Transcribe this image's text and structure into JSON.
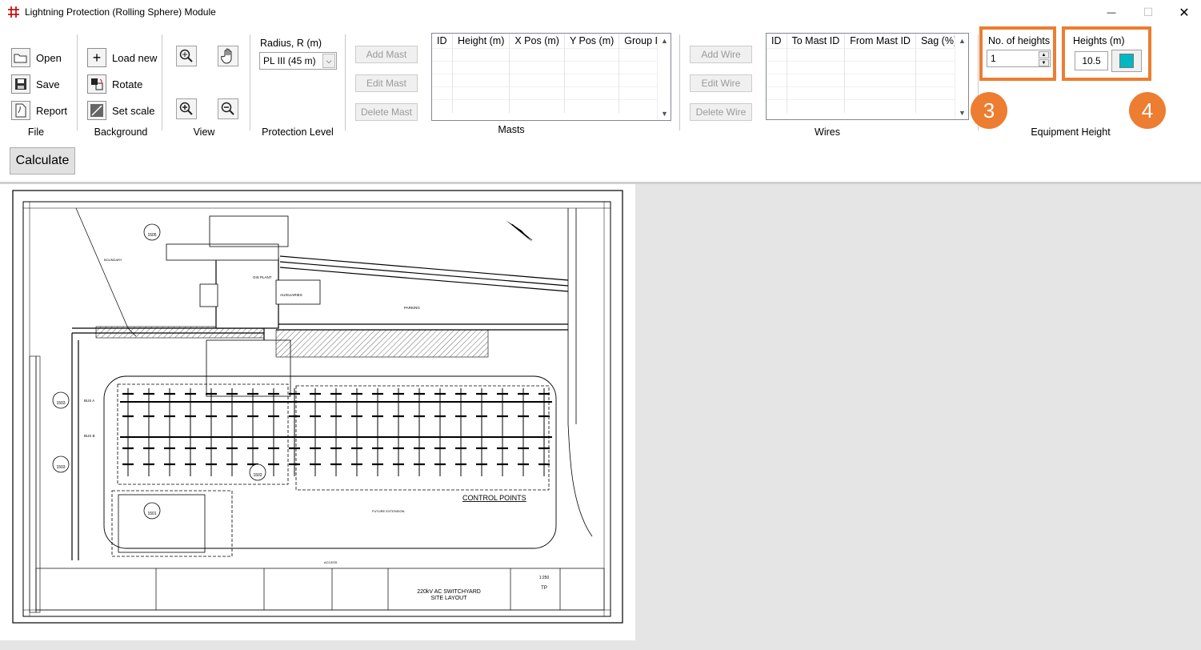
{
  "window": {
    "title": "Lightning Protection (Rolling Sphere) Module",
    "minimize_glyph": "—",
    "maximize_glyph": "☐",
    "close_glyph": "✕"
  },
  "ribbon": {
    "file": {
      "label": "File",
      "open": "Open",
      "save": "Save",
      "report": "Report"
    },
    "background": {
      "label": "Background",
      "load_new": "Load new",
      "rotate": "Rotate",
      "set_scale": "Set scale"
    },
    "view": {
      "label": "View"
    },
    "protection": {
      "label": "Protection Level",
      "radius_label": "Radius, R (m)",
      "selected": "PL III (45 m)"
    },
    "masts": {
      "label": "Masts",
      "add": "Add Mast",
      "edit": "Edit Mast",
      "delete": "Delete Mast",
      "columns": [
        "ID",
        "Height (m)",
        "X Pos (m)",
        "Y Pos (m)",
        "Group ID"
      ]
    },
    "wires": {
      "label": "Wires",
      "add": "Add Wire",
      "edit": "Edit Wire",
      "delete": "Delete Wire",
      "columns": [
        "ID",
        "To Mast ID",
        "From Mast ID",
        "Sag (%)"
      ]
    },
    "equipment": {
      "label": "Equipment Height",
      "no_of_heights_label": "No. of heights",
      "no_of_heights_value": "1",
      "heights_label": "Heights (m)",
      "height_value": "10.5",
      "swatch_color": "#00b8c4"
    },
    "callouts": {
      "three": "3",
      "four": "4"
    }
  },
  "actions": {
    "calculate": "Calculate"
  },
  "drawing": {
    "title_line1": "220kV AC SWITCHYARD",
    "title_line2": "SITE LAYOUT",
    "control_points": "CONTROL POINTS",
    "scale": "1:250",
    "drawn_by": "TP",
    "gis_plant": "GIS PLANT",
    "auxiliaries": "AUXILIARIES",
    "parking": "PARKING",
    "boundary": "BOUNDARY",
    "bus_a": "BUS A",
    "bus_b": "BUS B",
    "future_extension": "FUTURE EXTENSION",
    "access": "ACCESS",
    "detail_1": "1501",
    "detail_2": "1502",
    "detail_3": "1503",
    "detail_5": "1505"
  },
  "colors": {
    "accent": "#ed7d31",
    "window_bg": "#ffffff",
    "canvas_bg": "#e5e5e5"
  }
}
